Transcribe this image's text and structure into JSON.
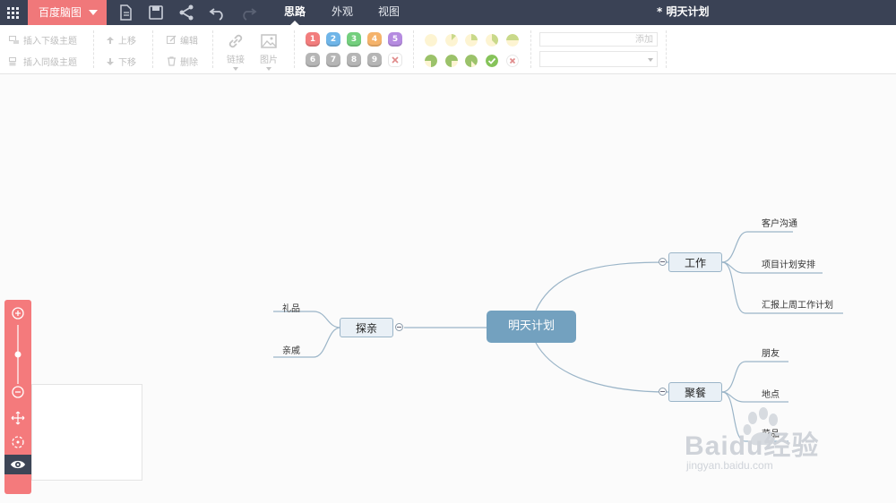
{
  "topbar": {
    "brand_label": "百度脑图",
    "tabs": [
      "思路",
      "外观",
      "视图"
    ],
    "active_tab": "思路",
    "document_title": "* 明天计划"
  },
  "toolbar": {
    "insert_child": "插入下级主题",
    "insert_sibling": "插入同级主题",
    "move_up": "上移",
    "move_down": "下移",
    "edit": "编辑",
    "delete": "删除",
    "link": "链接",
    "image": "图片",
    "priorities": [
      "1",
      "2",
      "3",
      "4",
      "5",
      "6",
      "7",
      "8",
      "9"
    ],
    "priority_colors": [
      "#f27d7d",
      "#6fb5e8",
      "#74cf7e",
      "#f5b36b",
      "#b58be0",
      "#b5b5b5",
      "#b5b5b5",
      "#b5b5b5",
      "#b5b5b5"
    ],
    "tag_placeholder": "添加"
  },
  "mindmap": {
    "root": "明天计划",
    "left": {
      "label": "探亲",
      "children": [
        "礼品",
        "亲戚"
      ]
    },
    "right_top": {
      "label": "工作",
      "children": [
        "客户沟通",
        "项目计划安排",
        "汇报上周工作计划"
      ]
    },
    "right_bottom": {
      "label": "聚餐",
      "children": [
        "朋友",
        "地点",
        "菜品"
      ]
    }
  },
  "watermark": {
    "brand": "Baidu经验",
    "url": "jingyan.baidu.com"
  },
  "colors": {
    "topbar": "#3a4255",
    "accent": "#f0787a",
    "root_node": "#73a1bf",
    "branch_line": "#9bb5c8"
  }
}
